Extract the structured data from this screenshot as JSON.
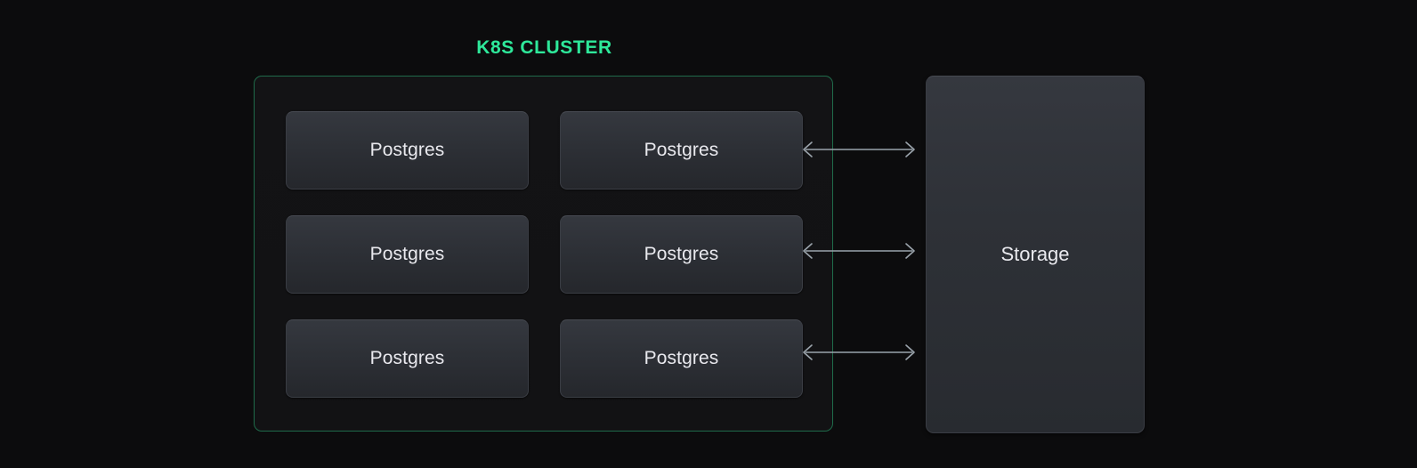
{
  "diagram": {
    "title": "K8S CLUSTER",
    "accent_color": "#2ee89a",
    "border_color": "#1f6b4a",
    "background_color": "#0c0c0d",
    "node_fill_top": "#35383f",
    "node_fill_bottom": "#25272c",
    "text_color": "#e9e9ee",
    "arrow_color": "#9aa3ab"
  },
  "cluster": {
    "label": "K8S CLUSTER",
    "nodes": [
      {
        "label": "Postgres"
      },
      {
        "label": "Postgres"
      },
      {
        "label": "Postgres"
      },
      {
        "label": "Postgres"
      },
      {
        "label": "Postgres"
      },
      {
        "label": "Postgres"
      }
    ]
  },
  "storage": {
    "label": "Storage"
  },
  "connectors": [
    {
      "name": "connector-row-1",
      "direction": "bidirectional"
    },
    {
      "name": "connector-row-2",
      "direction": "bidirectional"
    },
    {
      "name": "connector-row-3",
      "direction": "bidirectional"
    }
  ]
}
